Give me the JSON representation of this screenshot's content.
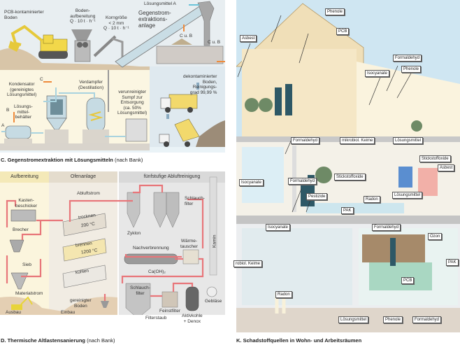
{
  "panel_c": {
    "caption_bold": "C. Gegenstromextraktion mit Lösungsmitteln",
    "caption_normal": " (nach Bank)",
    "labels": {
      "pcb_boden": "PCB-kontaminierter\nBoden",
      "bodenaufbereitung": "Boden-\naufbereitung\nQ · 10 t · h⁻¹",
      "korngroesse": "Korngröße\n< 2 mm\nQ · 10 t · h⁻¹",
      "loesungsmittel_a": "Lösungsmittel A",
      "gegenstrom": "Gegenstrom-\nextraktions-\nanlage",
      "cub1": "C u. B",
      "cub2": "C u. B",
      "kondensator": "Kondensator\n(gereinigtes\nLösungsmittel)",
      "c": "C",
      "verdampfer": "Verdampfer\n(Destillation)",
      "b": "B",
      "loesungsmittelbehaelter": "Lösungs-\nmittel-\nbehälter",
      "a": "A",
      "sumpf": "verunreinigter\nSumpf zur\nEntsorgung\n(ca. 50%\nLösungsmittel)",
      "dekontaminiert": "dekontaminierter\nBoden,\nReinigungs-\ngrad 99,99 %"
    }
  },
  "panel_d": {
    "caption_bold": "D. Thermische Altlastensanierung",
    "caption_normal": " (nach Bank)",
    "headers": [
      "Aufbereitung",
      "Ofenanlage",
      "fünfstufige Abluftreinigung"
    ],
    "labels": {
      "kastenbeschicker": "Kasten-\nbeschicker",
      "brecher": "Brecher",
      "sieb": "Sieb",
      "materialstrom": "Materialstrom",
      "ausbau": "Ausbau",
      "abluftstrom": "Abluftstrom",
      "trocknen": "trocknen",
      "t200": "200 °C",
      "brennen": "brennen",
      "t1200": "1200 °C",
      "kuehlen": "kühlen",
      "gereinigter_boden": "gereinigter\nBoden",
      "einbau": "Einbau",
      "zyklon": "Zyklon",
      "schlauchfilter1": "Schlauch-\nfilter",
      "nachverbrennung": "Nachverbrennung",
      "waermetauscher": "Wärme-\ntauscher",
      "kamin": "Kamin",
      "caoh2": "Ca(OH)₂",
      "schlauchfilter2": "Schlauch-\nfilter",
      "feinstfilter": "Feinstfilter",
      "geblaese": "Gebläse",
      "filterstaub": "Filterstaub",
      "aktivkohle": "Aktivkohle\n+ Denox"
    }
  },
  "panel_k": {
    "caption_bold": "K. Schadstoffquellen in Wohn- und Arbeitsräumen",
    "tags": {
      "phenole_top": "Phenole",
      "pcb_top": "PCB",
      "asbest_top": "Asbest",
      "formaldehyd_top": "Formaldehyd",
      "phenole_mid": "Phenole",
      "isocyanate_top": "Isocyanate",
      "formaldehyd_1": "Formaldehyd",
      "mikrobiol_1": "mikrobiol. Keime",
      "loesungsmittel_1": "Lösungsmittel",
      "stickstoffoxide_1": "Stickstoffoxide",
      "asbest_2": "Asbest",
      "isocyanate_2": "Isocyanate",
      "formaldehyd_2": "Formaldehyd",
      "stickstoffoxide_2": "Stickstoffoxide",
      "pestizide": "Pestizide",
      "radon_1": "Radon",
      "loesungsmittel_2": "Lösungsmittel",
      "pak_1": "PAK",
      "isocyanate_3": "Isocyanate",
      "formaldehyd_3": "Formaldehyd",
      "ozon": "Ozon",
      "mikrobiol_2": "robiol. Keime",
      "pak_2": "PAK",
      "pcb_2": "PCB",
      "radon_2": "Radon",
      "loesungsmittel_3": "Lösungsmittel",
      "phenole_3": "Phenole",
      "formaldehyd_4": "Formaldehyd"
    }
  },
  "colors": {
    "flow_red": "#e8767a",
    "pipe_blue": "#a9d3df",
    "arrow_orange": "#ef8a3a",
    "sky_blue": "#cfe6f2",
    "wood": "#f0dfb8",
    "aufbereitung_bg": "#fbf5dd",
    "ofen_bg": "#ede7dc",
    "abluft_bg": "#e4e4e4"
  }
}
